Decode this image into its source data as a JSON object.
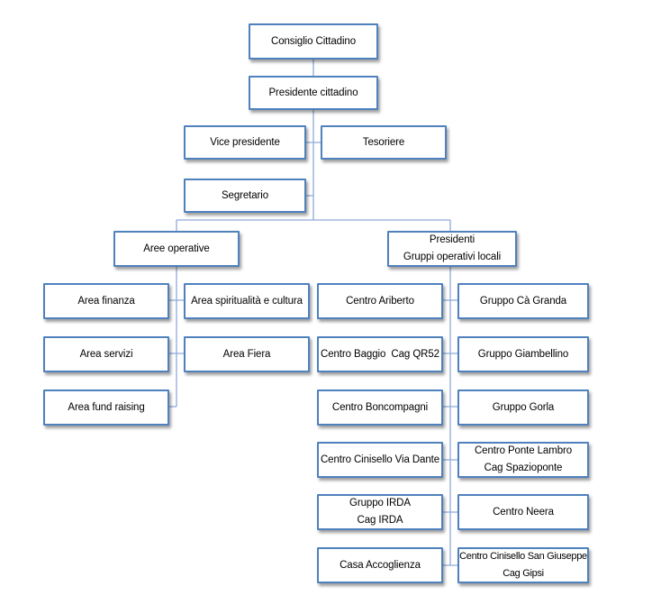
{
  "colors": {
    "border": "#4f81bd",
    "connector": "#8eaad8"
  },
  "org_chart": {
    "consiglio": "Consiglio Cittadino",
    "presidente": "Presidente cittadino",
    "vice_presidente": "Vice presidente",
    "tesoriere": "Tesoriere",
    "segretario": "Segretario",
    "aree_operative": {
      "title": "Aree operative",
      "areas": [
        "Area finanza",
        "Area spiritualità e cultura",
        "Area servizi",
        "Area Fiera",
        "Area fund raising"
      ]
    },
    "presidenti_gruppi": {
      "line1": "Presidenti",
      "line2": "Gruppi operativi locali",
      "groups": [
        [
          "Centro Ariberto"
        ],
        [
          "Gruppo Cà Granda"
        ],
        [
          "Centro Baggio  Cag QR52"
        ],
        [
          "Gruppo Giambellino"
        ],
        [
          "Centro Boncompagni"
        ],
        [
          "Gruppo Gorla"
        ],
        [
          "Centro Cinisello Via Dante"
        ],
        [
          "Centro Ponte Lambro",
          "Cag Spazioponte"
        ],
        [
          "Gruppo IRDA",
          "Cag IRDA"
        ],
        [
          "Centro Neera"
        ],
        [
          "Casa Accoglienza"
        ],
        [
          "Centro Cinisello San Giuseppe",
          "Cag Gipsi"
        ]
      ]
    }
  }
}
